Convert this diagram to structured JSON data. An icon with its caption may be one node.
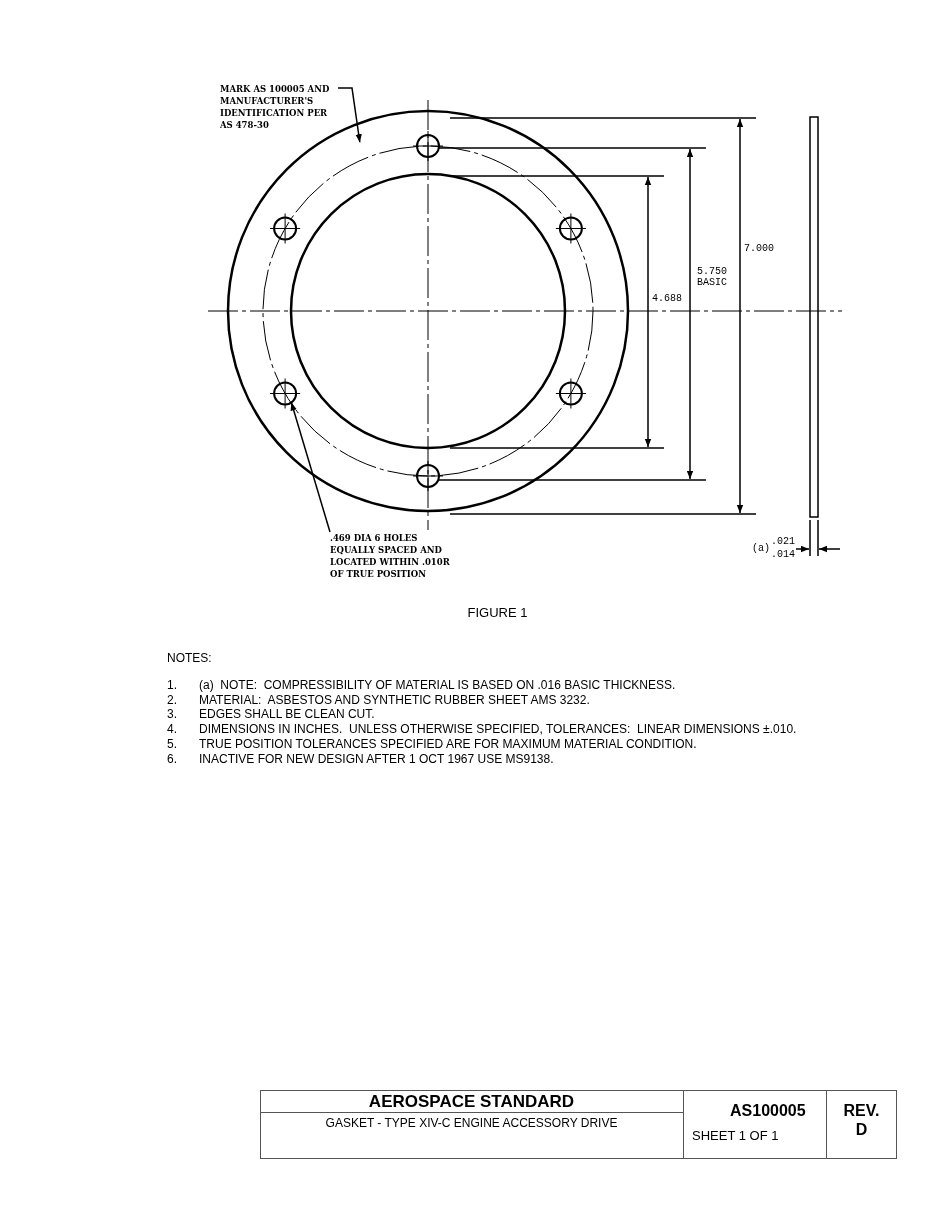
{
  "diagram": {
    "caption": "FIGURE 1",
    "nodes": [
      {
        "text": [
          "MARK AS 100005 AND MANUFACTURER'S IDENTIFICATION PER AS 478-30"
        ]
      },
      {
        "text": [],
        "shape": "circle"
      },
      {
        "text": [
          ".469 DIA 6 HOLES EQUALLY SPACED AND LOCATED WITHIN .010R OF TRUE POSITION"
        ]
      },
      {
        "text": [],
        "shape": "circle",
        "in": 1
      }
    ],
    "edges": [
      {
        "from": 0,
        "to": 1,
        "arrow": "to"
      },
      {
        "from": 2,
        "to": 3,
        "arrow": "to"
      }
    ],
    "labels": [
      "7.000",
      "5.750 BASIC",
      "4.688",
      "(a)",
      ".021",
      ".014",
      "NOTES:",
      "1.",
      "(a)  NOTE:  COMPRESSIBILITY OF MATERIAL IS BASED ON .016 BASIC THICKNESS.",
      "2.",
      "MATERIAL:  ASBESTOS AND SYNTHETIC RUBBER SHEET AMS 3232.",
      "3.",
      "EDGES SHALL BE CLEAN CUT.",
      "4.",
      "DIMENSIONS IN INCHES.  UNLESS OTHERWISE SPECIFIED, TOLERANCES:  LINEAR DIMENSIONS ±.010.",
      "5.",
      "TRUE POSITION TOLERANCES SPECIFIED ARE FOR MAXIMUM MATERIAL CONDITION.",
      "6.",
      "INACTIVE FOR NEW DESIGN AFTER 1 OCT 1967 USE MS9138.",
      "AEROSPACE STANDARD",
      "GASKET - TYPE XIV-C ENGINE ACCESSORY DRIVE",
      "AS100005",
      "SHEET 1 OF 1",
      "REV. D"
    ]
  }
}
